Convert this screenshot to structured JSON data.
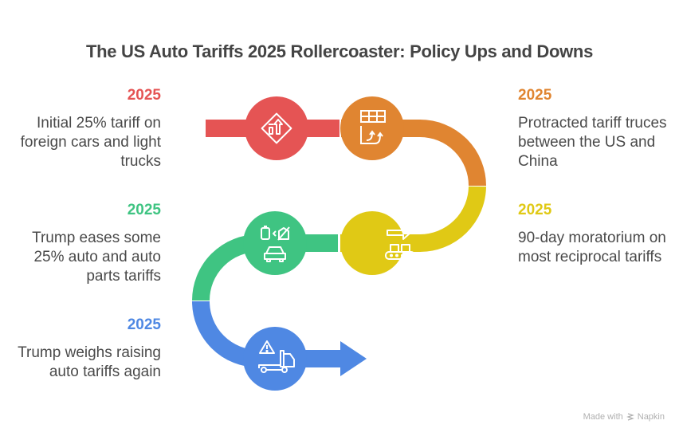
{
  "title": "The US Auto Tariffs 2025 Rollercoaster: Policy Ups and Downs",
  "steps": [
    {
      "year": "2025",
      "color": "#e55454",
      "text": "Initial 25% tariff on foreign cars and light trucks",
      "icon": "road-sign-merge-icon",
      "side": "left"
    },
    {
      "year": "2025",
      "color": "#e08531",
      "text": "Protracted tariff truces between the US and China",
      "icon": "table-growth-arrows-icon",
      "side": "right"
    },
    {
      "year": "2025",
      "color": "#e0c915",
      "text": "90-day moratorium on most reciprocal tariffs",
      "icon": "conveyor-belt-arrow-icon",
      "side": "right"
    },
    {
      "year": "2025",
      "color": "#3fc482",
      "text": "Trump eases some 25% auto and auto parts tariffs",
      "icon": "car-battery-parts-icon",
      "side": "left"
    },
    {
      "year": "2025",
      "color": "#4f88e3",
      "text": "Trump weighs raising auto tariffs again",
      "icon": "truck-warning-icon",
      "side": "left"
    }
  ],
  "watermark": {
    "prefix": "Made with",
    "brand": "Napkin"
  }
}
